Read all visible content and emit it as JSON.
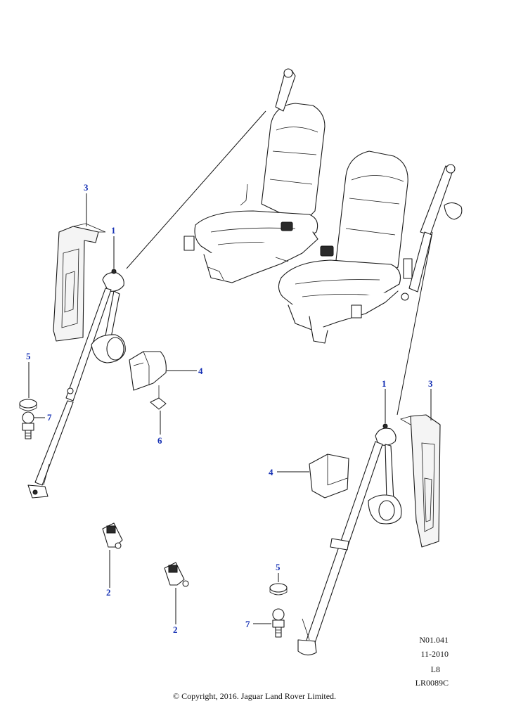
{
  "callouts": {
    "left": [
      {
        "id": "3",
        "label": "3"
      },
      {
        "id": "1",
        "label": "1"
      },
      {
        "id": "5",
        "label": "5"
      },
      {
        "id": "7",
        "label": "7"
      },
      {
        "id": "4",
        "label": "4"
      },
      {
        "id": "6",
        "label": "6"
      },
      {
        "id": "2a",
        "label": "2"
      },
      {
        "id": "2b",
        "label": "2"
      }
    ],
    "right": [
      {
        "id": "1",
        "label": "1"
      },
      {
        "id": "3",
        "label": "3"
      },
      {
        "id": "4",
        "label": "4"
      },
      {
        "id": "5",
        "label": "5"
      },
      {
        "id": "7",
        "label": "7"
      }
    ]
  },
  "reference": {
    "page_code": "N01.041",
    "date": "11-2010",
    "variant": "L8",
    "illustration_id": "LR0089C"
  },
  "copyright": "© Copyright, 2016. Jaguar Land Rover Limited.",
  "colors": {
    "callout": "#1530b4",
    "line": "#1a1a1a"
  }
}
